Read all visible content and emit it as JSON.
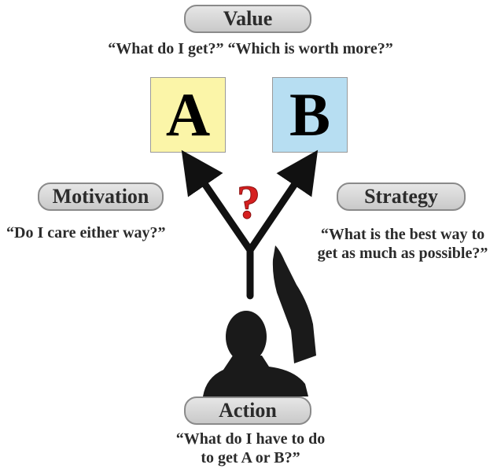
{
  "value": {
    "label": "Value",
    "quote": "“What do I get?”  “Which is worth more?”"
  },
  "options": {
    "a": "A",
    "b": "B",
    "a_color": "#fbf5a8",
    "b_color": "#b7def2"
  },
  "choice_mark": "?",
  "motivation": {
    "label": "Motivation",
    "quote": "“Do I care either way?”"
  },
  "strategy": {
    "label": "Strategy",
    "quote_lines": [
      "“What is the best way to",
      "get as much as possible?”"
    ]
  },
  "action": {
    "label": "Action",
    "quote_lines": [
      "“What do I have to do",
      "to get A or B?”"
    ]
  },
  "colors": {
    "pill_border": "#8a8a8a",
    "arrow": "#111111",
    "question": "#d62020",
    "silhouette": "#1a1a1a"
  },
  "icons": {
    "fork": "fork-arrow-icon",
    "person": "person-pointing-silhouette"
  }
}
